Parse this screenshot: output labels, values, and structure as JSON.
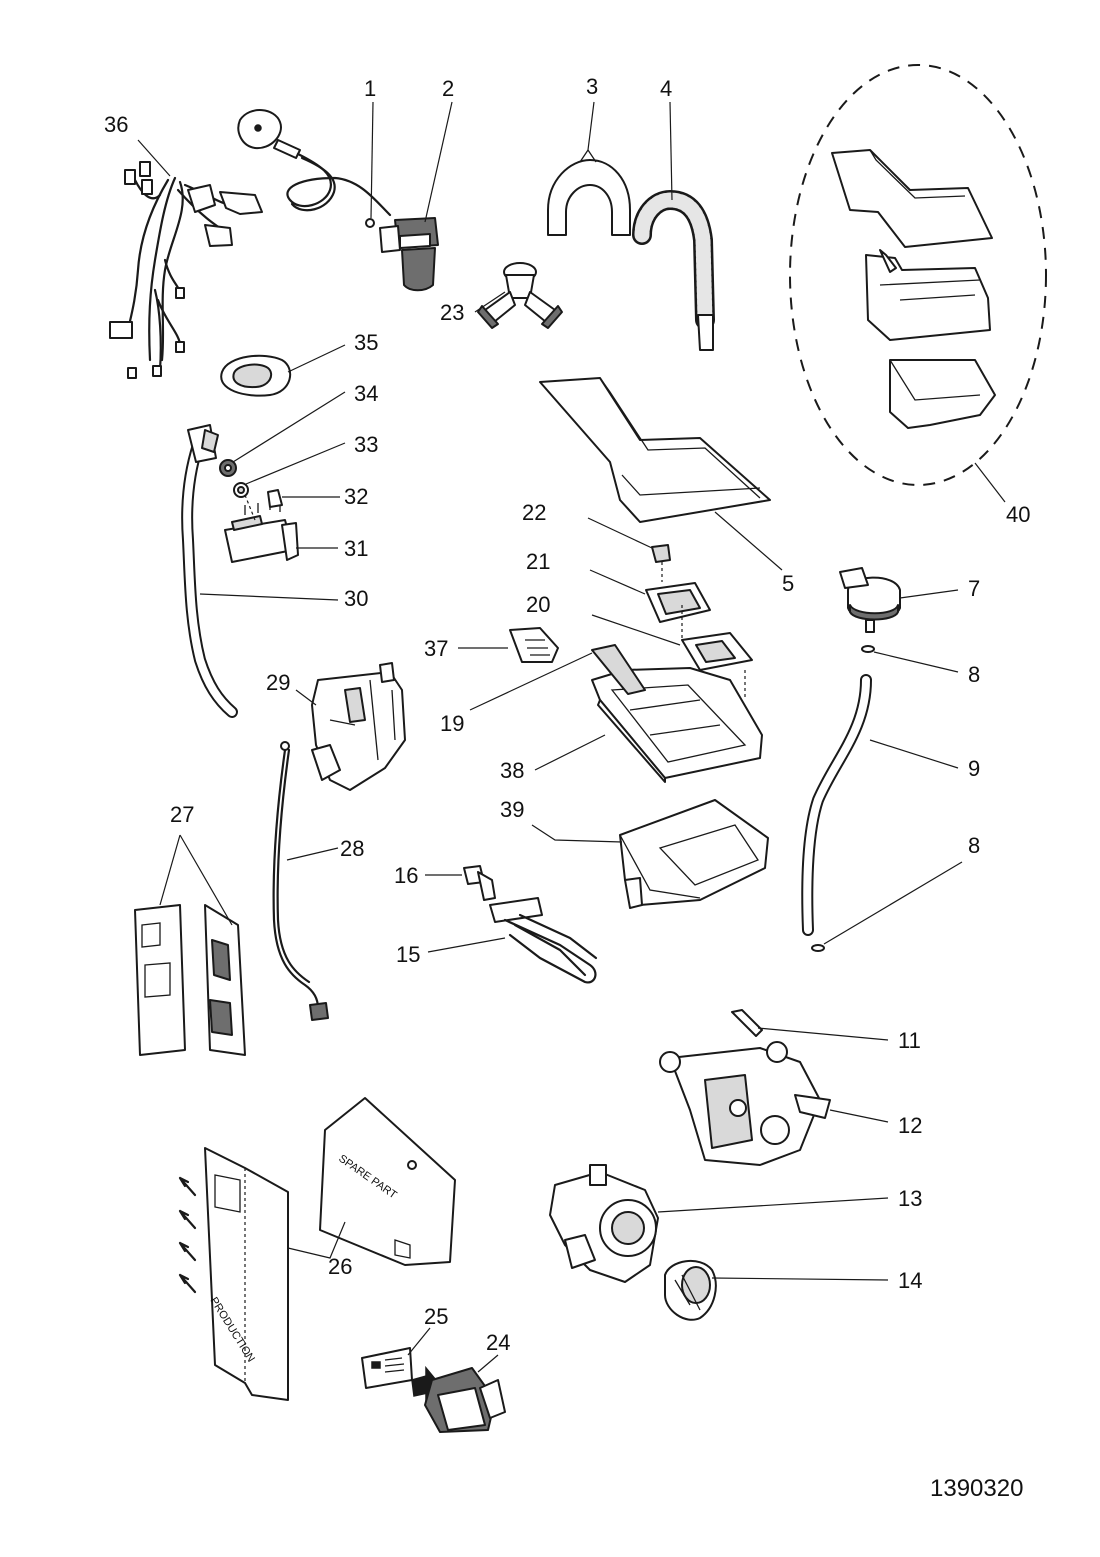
{
  "drawing_number": "1390320",
  "callouts": {
    "c1": "1",
    "c2": "2",
    "c3": "3",
    "c4": "4",
    "c5": "5",
    "c7": "7",
    "c8a": "8",
    "c8b": "8",
    "c9": "9",
    "c11": "11",
    "c12": "12",
    "c13": "13",
    "c14": "14",
    "c15": "15",
    "c16": "16",
    "c19": "19",
    "c20": "20",
    "c21": "21",
    "c22": "22",
    "c23": "23",
    "c24": "24",
    "c25": "25",
    "c26": "26",
    "c27": "27",
    "c28": "28",
    "c29": "29",
    "c30": "30",
    "c31": "31",
    "c32": "32",
    "c33": "33",
    "c34": "34",
    "c35": "35",
    "c36": "36",
    "c37": "37",
    "c38": "38",
    "c39": "39",
    "c40": "40"
  },
  "printed_labels": {
    "spare_part": "SPARE PART",
    "production": "PRODUCTION"
  },
  "icons": {
    "arrows": "arrow-icon"
  }
}
